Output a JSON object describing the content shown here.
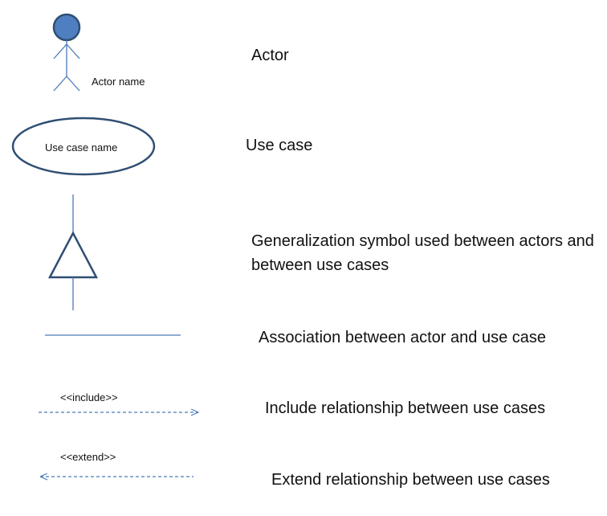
{
  "colors": {
    "line": "#4a7ab8",
    "outline": "#2f4f73",
    "actor_fill": "#4f7fc1",
    "text": "#111111",
    "background": "#ffffff"
  },
  "rows": {
    "actor": {
      "description": "Actor",
      "symbol_label": "Actor name"
    },
    "use_case": {
      "description": "Use case",
      "symbol_label": "Use case name"
    },
    "generalization": {
      "description": "Generalization symbol used between actors and between use cases"
    },
    "association": {
      "description": "Association between actor and use case"
    },
    "include": {
      "description": "Include relationship between use cases",
      "symbol_label": "<<include>>"
    },
    "extend": {
      "description": "Extend relationship between use cases",
      "symbol_label": "<<extend>>"
    }
  }
}
